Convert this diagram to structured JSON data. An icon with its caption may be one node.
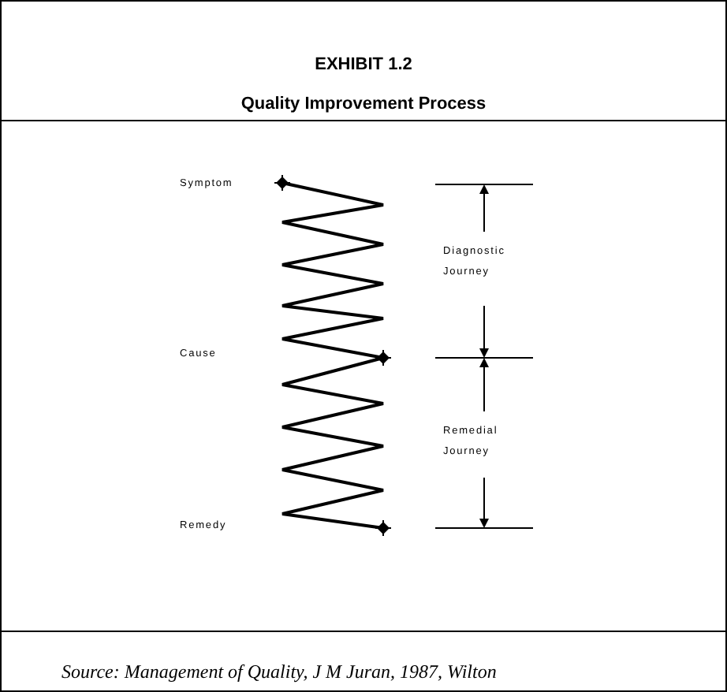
{
  "diagram": {
    "title": "Quality Improvement Process",
    "caption": "Source: Management of Quality, J M Juran, 1987, Wilton",
    "labels": [
      "EXHIBIT 1.2",
      "Symptom",
      "Cause",
      "Remedy",
      "Diagnostic Journey",
      "Remedial Journey"
    ]
  }
}
